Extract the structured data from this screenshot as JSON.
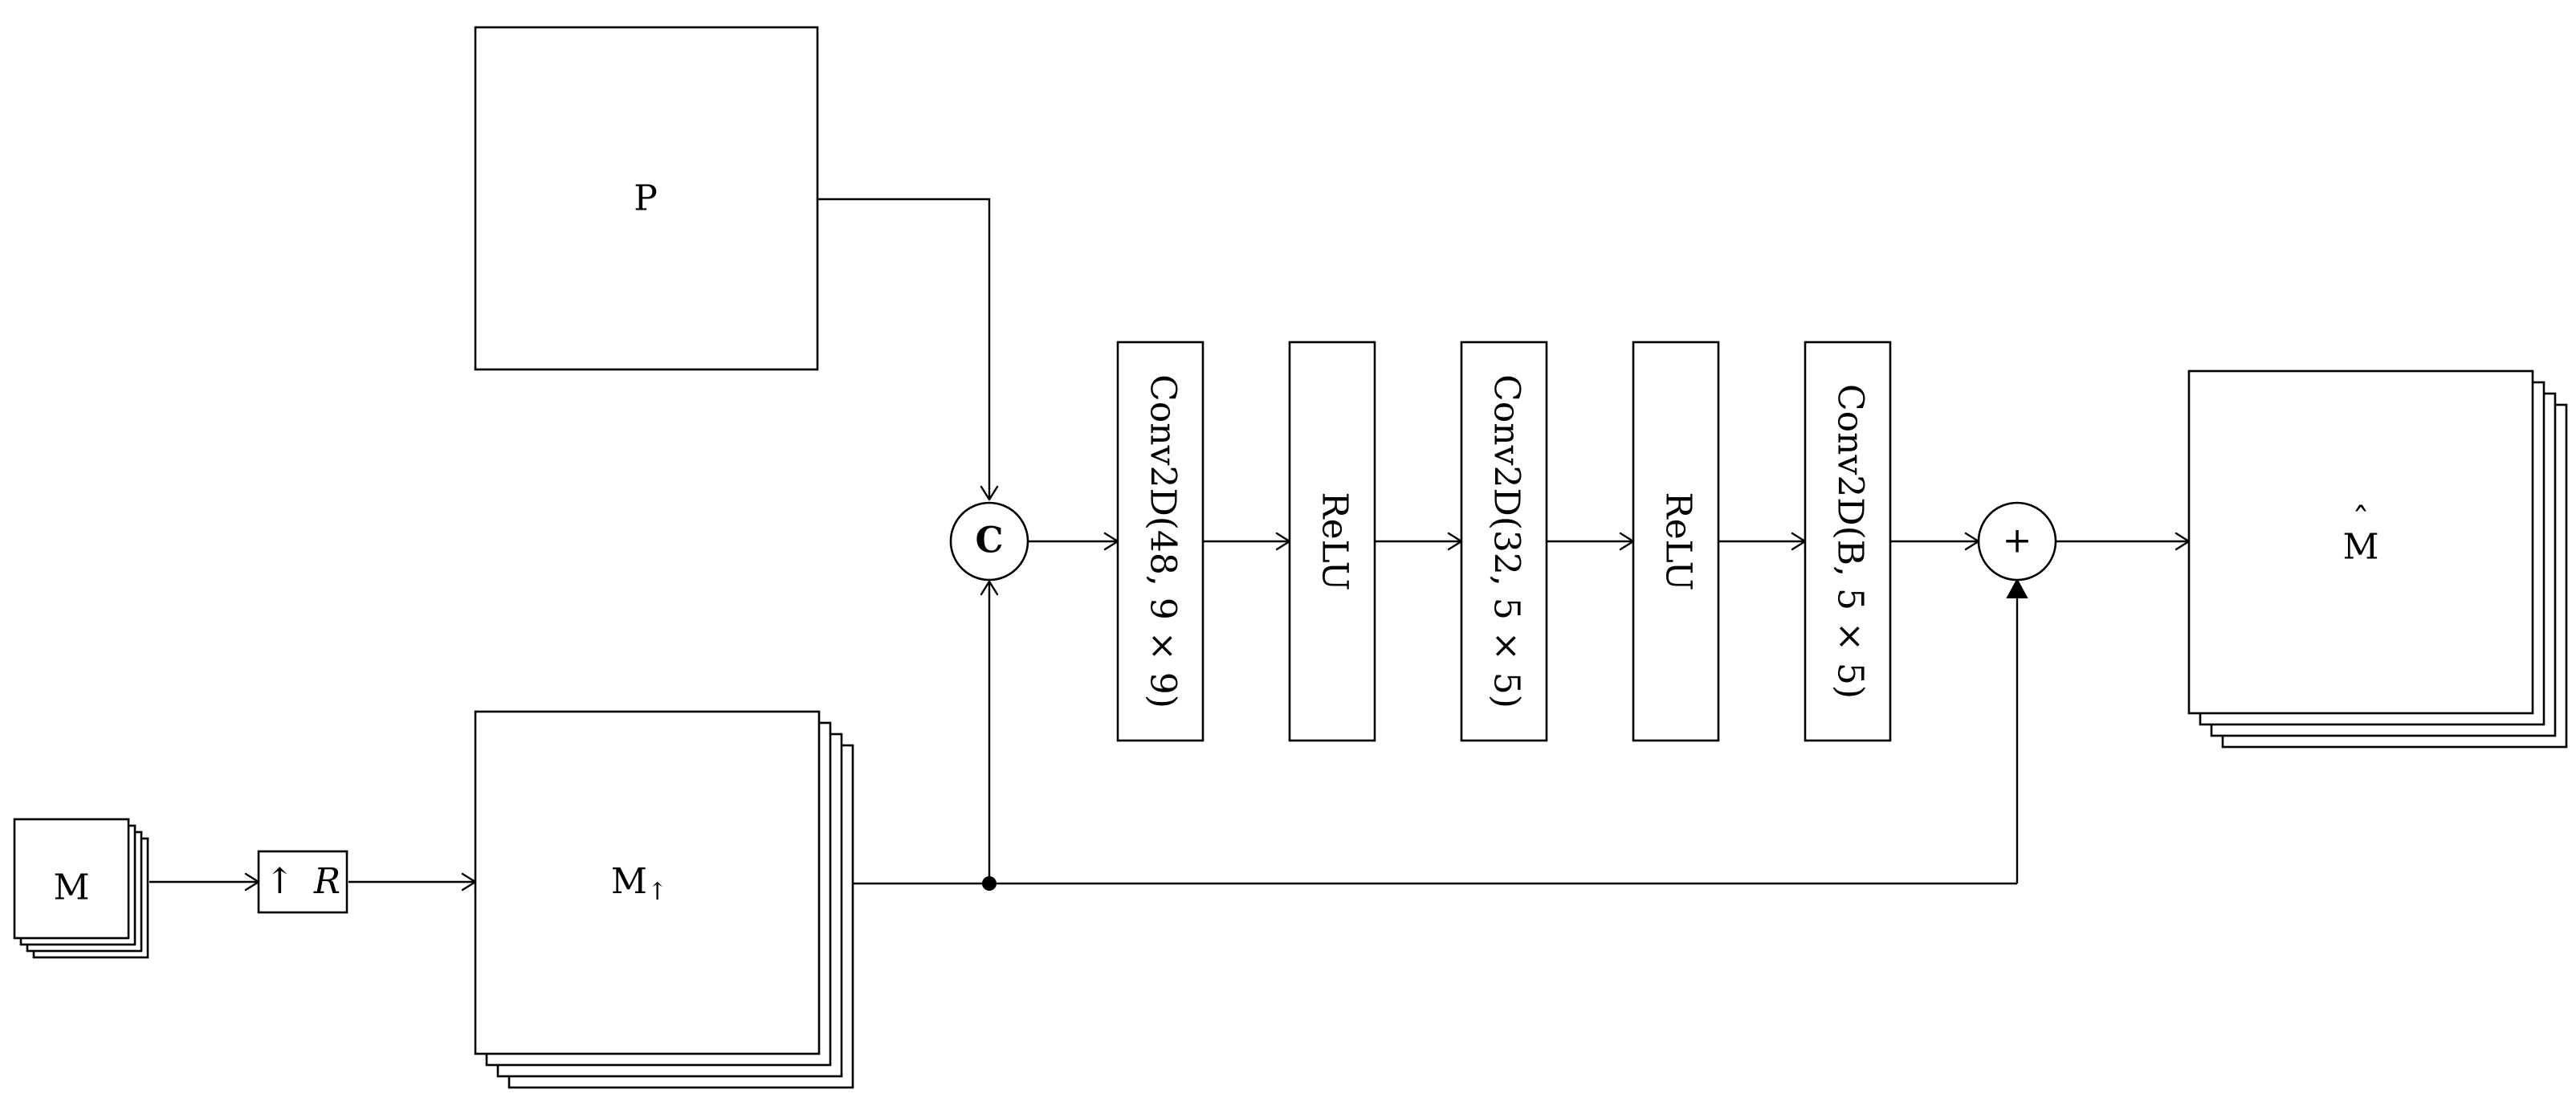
{
  "nodes": {
    "input_m": {
      "label": "M"
    },
    "upsample": {
      "label_arrow": "↑",
      "label_var": "R"
    },
    "m_up": {
      "label": "M",
      "label_sub": "↑"
    },
    "p": {
      "label": "P"
    },
    "concat": {
      "label": "C"
    },
    "conv1": {
      "label": "Conv2D(48, 9 × 9)"
    },
    "relu1": {
      "label": "ReLU"
    },
    "conv2": {
      "label": "Conv2D(32, 5 × 5)"
    },
    "relu2": {
      "label": "ReLU"
    },
    "conv3": {
      "label": "Conv2D(B, 5 × 5)"
    },
    "add": {
      "label": "+"
    },
    "output_m": {
      "label": "M",
      "hat": "ˆ"
    }
  }
}
